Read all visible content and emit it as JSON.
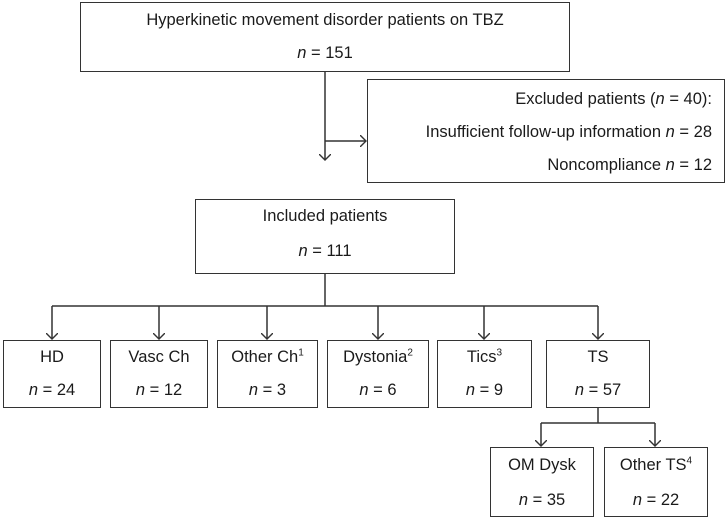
{
  "start": {
    "title": "Hyperkinetic movement disorder patients on TBZ",
    "n": "151"
  },
  "excluded": {
    "title_pre": "Excluded patients (",
    "title_n": "40",
    "title_post": "):",
    "reason1_label": "Insufficient  follow-up information",
    "reason1_n": "28",
    "reason2_label": "Noncompliance",
    "reason2_n": "12"
  },
  "included": {
    "title": "Included patients",
    "n": "111"
  },
  "groups": [
    {
      "label": "HD",
      "sup": "",
      "n": "24"
    },
    {
      "label": "Vasc Ch",
      "sup": "",
      "n": "12"
    },
    {
      "label": "Other Ch",
      "sup": "1",
      "n": "3"
    },
    {
      "label": "Dystonia",
      "sup": "2",
      "n": "6"
    },
    {
      "label": "Tics",
      "sup": "3",
      "n": "9"
    },
    {
      "label": "TS",
      "sup": "",
      "n": "57"
    }
  ],
  "ts_subgroups": [
    {
      "label": "OM Dysk",
      "sup": "",
      "n": "35"
    },
    {
      "label": "Other TS",
      "sup": "4",
      "n": "22"
    }
  ],
  "n_symbol": "n",
  "equals": " = "
}
